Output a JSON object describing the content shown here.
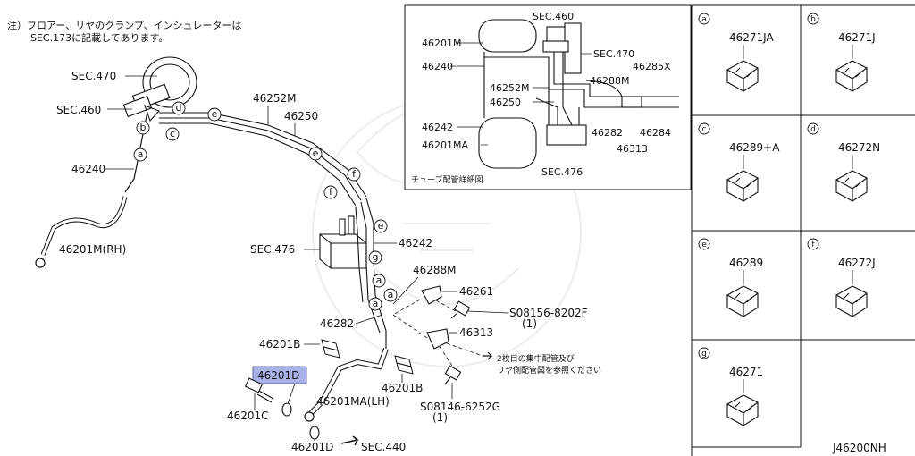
{
  "note": {
    "line1": "注）フロアー、リヤのクランプ、インシュレーターは",
    "line2": "SEC.173に記載してあります。"
  },
  "main_labels": {
    "sec470": "SEC.470",
    "sec460": "SEC.460",
    "p46240": "46240",
    "p46201m_rh": "46201M(RH)",
    "p46252m": "46252M",
    "p46250": "46250",
    "sec476": "SEC.476",
    "p46242": "46242",
    "p46288m": "46288M",
    "p46261": "46261",
    "bolt1": "S08156-8202F",
    "bolt1_qty": "(1)",
    "p46282": "46282",
    "p46313": "46313",
    "p46201b_left": "46201B",
    "p46201d_hl": "46201D",
    "p46201ma_lh": "46201MA(LH)",
    "p46201b_right": "46201B",
    "p46201c": "46201C",
    "bolt2": "S08146-6252G",
    "bolt2_qty": "(1)",
    "p46201d_bottom": "46201D",
    "sec440": "SEC.440",
    "ref_note_1": "2枚目の集中配管及び",
    "ref_note_2": "リヤ側配管図を参照ください"
  },
  "callout_letters": {
    "a1": "a",
    "a2": "a",
    "b": "b",
    "c": "c",
    "d": "d",
    "e1": "e",
    "e2": "e",
    "e3": "e",
    "f1": "f",
    "f2": "f",
    "g": "g",
    "a3": "a",
    "a4": "a"
  },
  "inset": {
    "sec460": "SEC.460",
    "p46201m": "46201M",
    "sec470": "SEC.470",
    "p46240": "46240",
    "p46285x": "46285X",
    "p46252m": "46252M",
    "p46288m": "46288M",
    "p46250": "46250",
    "p46242": "46242",
    "p46201ma": "46201MA",
    "p46282": "46282",
    "p46284": "46284",
    "p46313": "46313",
    "sec476": "SEC.476",
    "caption": "チューブ配管詳細図"
  },
  "parts_grid": [
    {
      "letter": "a",
      "part": "46271JA"
    },
    {
      "letter": "b",
      "part": "46271J"
    },
    {
      "letter": "c",
      "part": "46289+A"
    },
    {
      "letter": "d",
      "part": "46272N"
    },
    {
      "letter": "e",
      "part": "46289"
    },
    {
      "letter": "f",
      "part": "46272J"
    },
    {
      "letter": "g",
      "part": "46271"
    }
  ],
  "diagram_code": "J46200NH",
  "colors": {
    "highlight": "#a9b2e8",
    "line": "#111111"
  }
}
